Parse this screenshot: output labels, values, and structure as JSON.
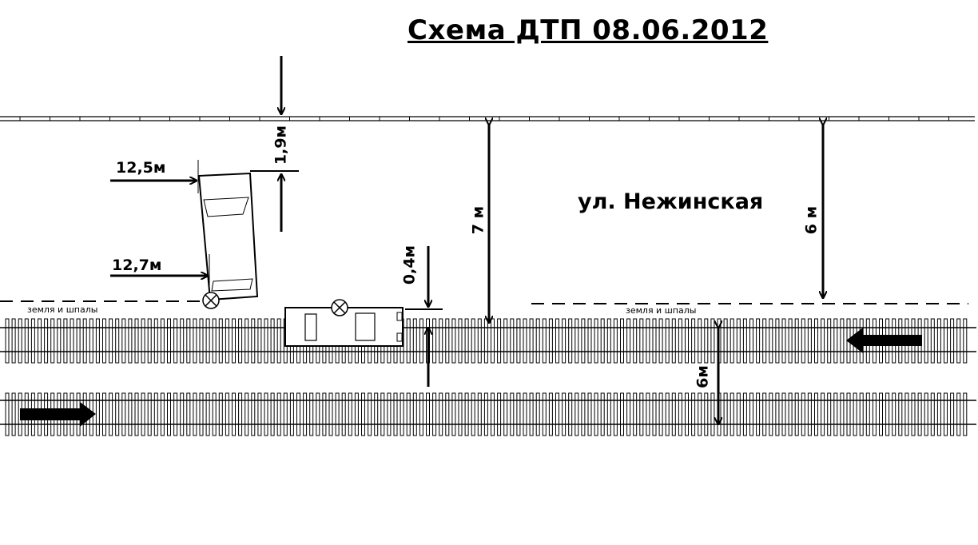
{
  "title": "Схема ДТП 08.06.2012",
  "street_name": "ул. Нежинская",
  "measurements": {
    "car_front_distance": "12,5м",
    "car_rear_distance": "12,7м",
    "car_to_curb": "1,9м",
    "tram_gap": "0,4м",
    "road_width_left": "7 м",
    "road_width_right": "6 м",
    "track_spacing": "6м"
  },
  "ground_labels": {
    "left": "земля и шпалы",
    "right": "земля и шпалы"
  }
}
